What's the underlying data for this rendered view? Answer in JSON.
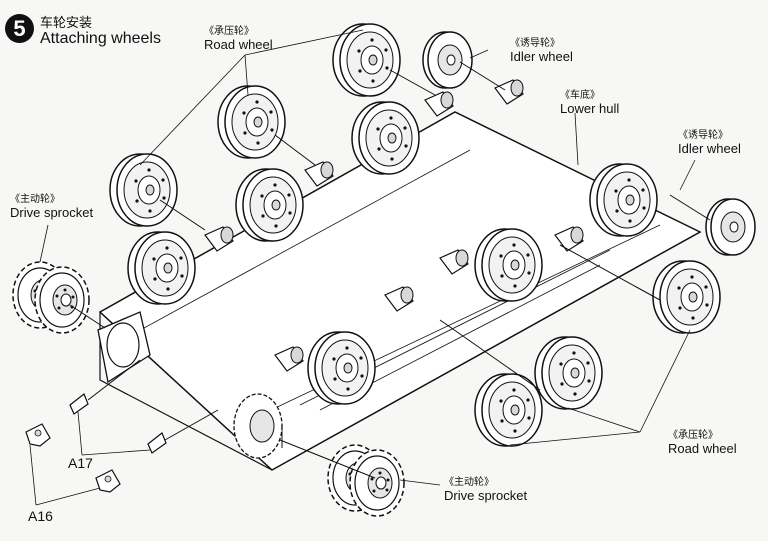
{
  "step": {
    "number": "5",
    "title_cn": "车轮安装",
    "title_en": "Attaching wheels"
  },
  "labels": {
    "road_wheel_top_cn": "《承压轮》",
    "road_wheel_top_en": "Road wheel",
    "idler_wheel_top_cn": "《诱导轮》",
    "idler_wheel_top_en": "Idler wheel",
    "lower_hull_cn": "《车底》",
    "lower_hull_en": "Lower hull",
    "idler_wheel_right_cn": "《诱导轮》",
    "idler_wheel_right_en": "Idler wheel",
    "drive_sprocket_left_cn": "《主动轮》",
    "drive_sprocket_left_en": "Drive sprocket",
    "road_wheel_bottom_cn": "《承压轮》",
    "road_wheel_bottom_en": "Road wheel",
    "drive_sprocket_bottom_cn": "《主动轮》",
    "drive_sprocket_bottom_en": "Drive sprocket"
  },
  "parts": {
    "a17": "A17",
    "a16": "A16"
  },
  "colors": {
    "ink": "#111111",
    "paper": "#f7f7f5",
    "shade": "#d8d8d8"
  }
}
